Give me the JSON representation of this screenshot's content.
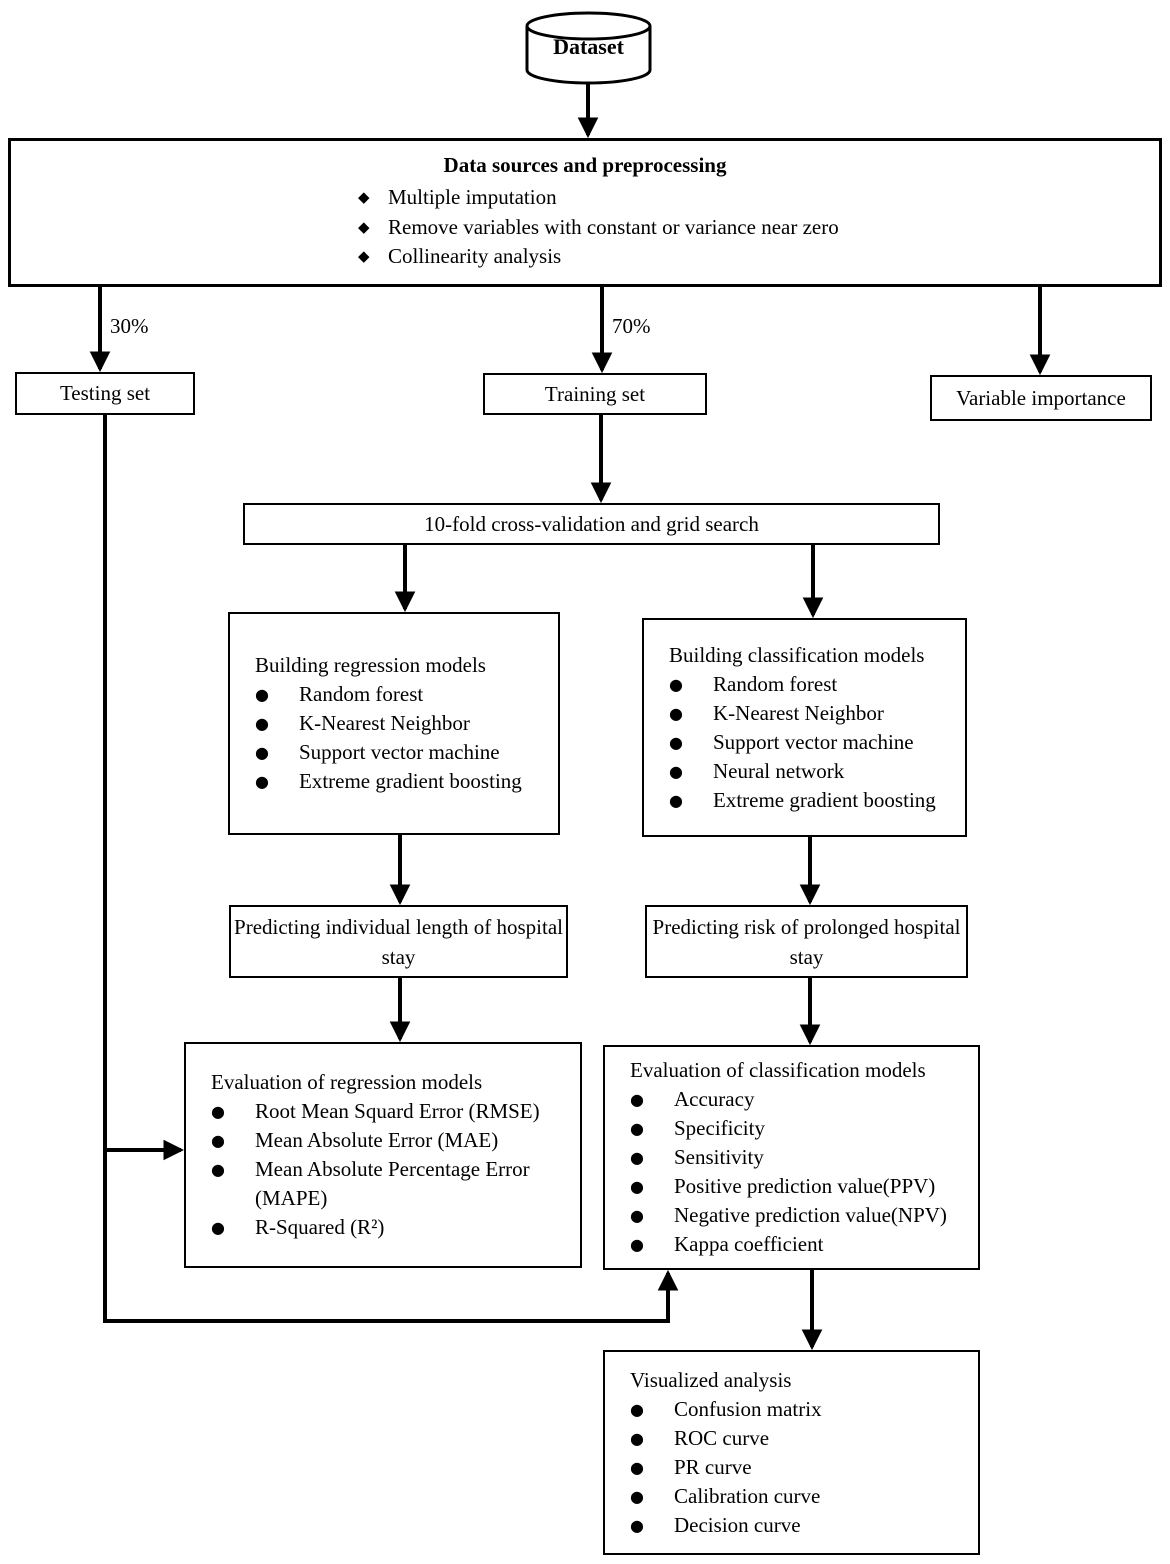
{
  "icons": {
    "dot_bullet": "●",
    "diamond_bullet": "◆"
  },
  "colors": {
    "line": "#000000",
    "background": "#ffffff"
  },
  "dataset": {
    "label": "Dataset"
  },
  "preprocessing": {
    "title": "Data sources and preprocessing",
    "items": [
      "Multiple imputation",
      "Remove variables with constant or variance near zero",
      "Collinearity analysis"
    ]
  },
  "split": {
    "testing_pct": "30%",
    "training_pct": "70%"
  },
  "testing_set": {
    "label": "Testing set"
  },
  "training_set": {
    "label": "Training set"
  },
  "variable_importance": {
    "label": "Variable importance"
  },
  "cross_validation": {
    "label": "10-fold cross-validation and grid search"
  },
  "regression_models": {
    "title": "Building regression models",
    "items": [
      "Random forest",
      "K-Nearest Neighbor",
      "Support vector machine",
      "Extreme gradient boosting"
    ]
  },
  "classification_models": {
    "title": "Building classification models",
    "items": [
      "Random forest",
      "K-Nearest Neighbor",
      "Support vector machine",
      "Neural network",
      "Extreme gradient boosting"
    ]
  },
  "predict_los": {
    "label": "Predicting individual length of hospital stay"
  },
  "predict_risk": {
    "label": "Predicting risk of prolonged hospital stay"
  },
  "eval_regression": {
    "title": "Evaluation of regression models",
    "items": [
      "Root Mean Squard Error (RMSE)",
      "Mean Absolute Error (MAE)",
      "Mean Absolute Percentage Error (MAPE)",
      "R-Squared (R²)"
    ]
  },
  "eval_classification": {
    "title": "Evaluation of classification models",
    "items": [
      "Accuracy",
      "Specificity",
      "Sensitivity",
      "Positive prediction value(PPV)",
      "Negative prediction value(NPV)",
      "Kappa coefficient"
    ]
  },
  "visualized_analysis": {
    "title": "Visualized analysis",
    "items": [
      "Confusion matrix",
      "ROC curve",
      "PR curve",
      "Calibration curve",
      "Decision curve"
    ]
  }
}
